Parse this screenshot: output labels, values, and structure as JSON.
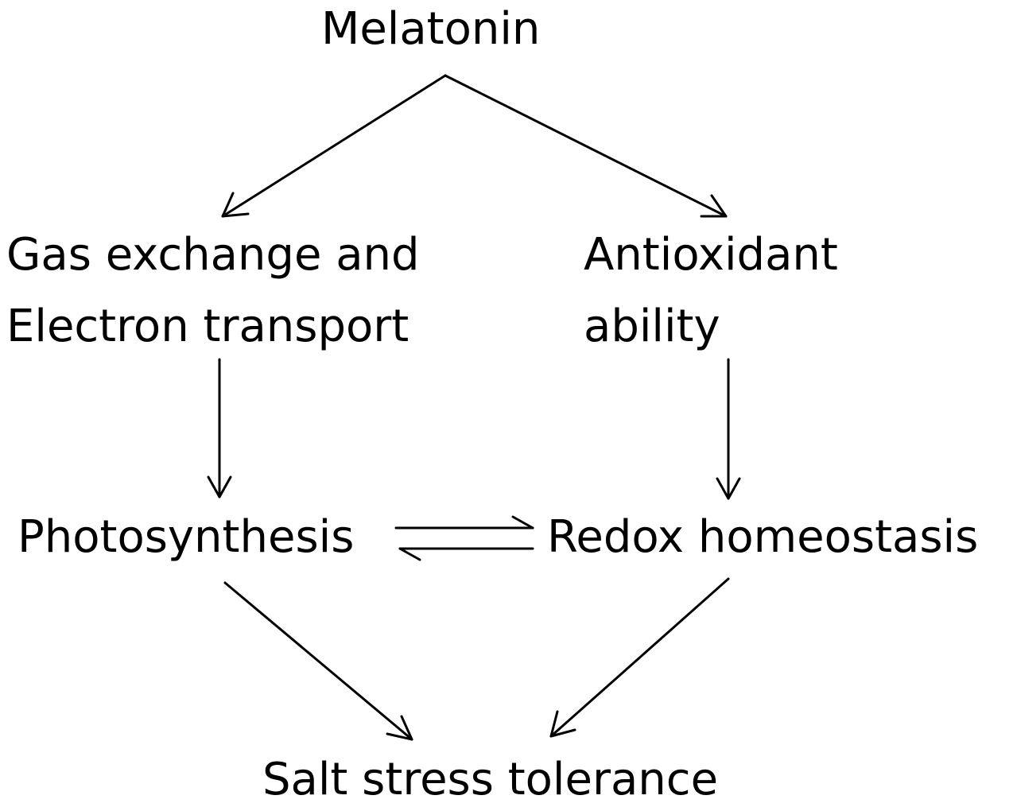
{
  "diagram": {
    "nodes": {
      "melatonin": "Melatonin",
      "gas_exchange": [
        "Gas exchange and",
        "Electron transport"
      ],
      "antioxidant": [
        "Antioxidant",
        "ability"
      ],
      "photosynthesis": "Photosynthesis",
      "redox": "Redox homeostasis",
      "tolerance": "Salt stress tolerance"
    },
    "edges": [
      {
        "from": "melatonin",
        "to": "gas_exchange"
      },
      {
        "from": "melatonin",
        "to": "antioxidant"
      },
      {
        "from": "gas_exchange",
        "to": "photosynthesis"
      },
      {
        "from": "antioxidant",
        "to": "redox"
      },
      {
        "from": "photosynthesis",
        "to": "redox"
      },
      {
        "from": "redox",
        "to": "photosynthesis"
      },
      {
        "from": "photosynthesis",
        "to": "tolerance"
      },
      {
        "from": "redox",
        "to": "tolerance"
      }
    ]
  }
}
